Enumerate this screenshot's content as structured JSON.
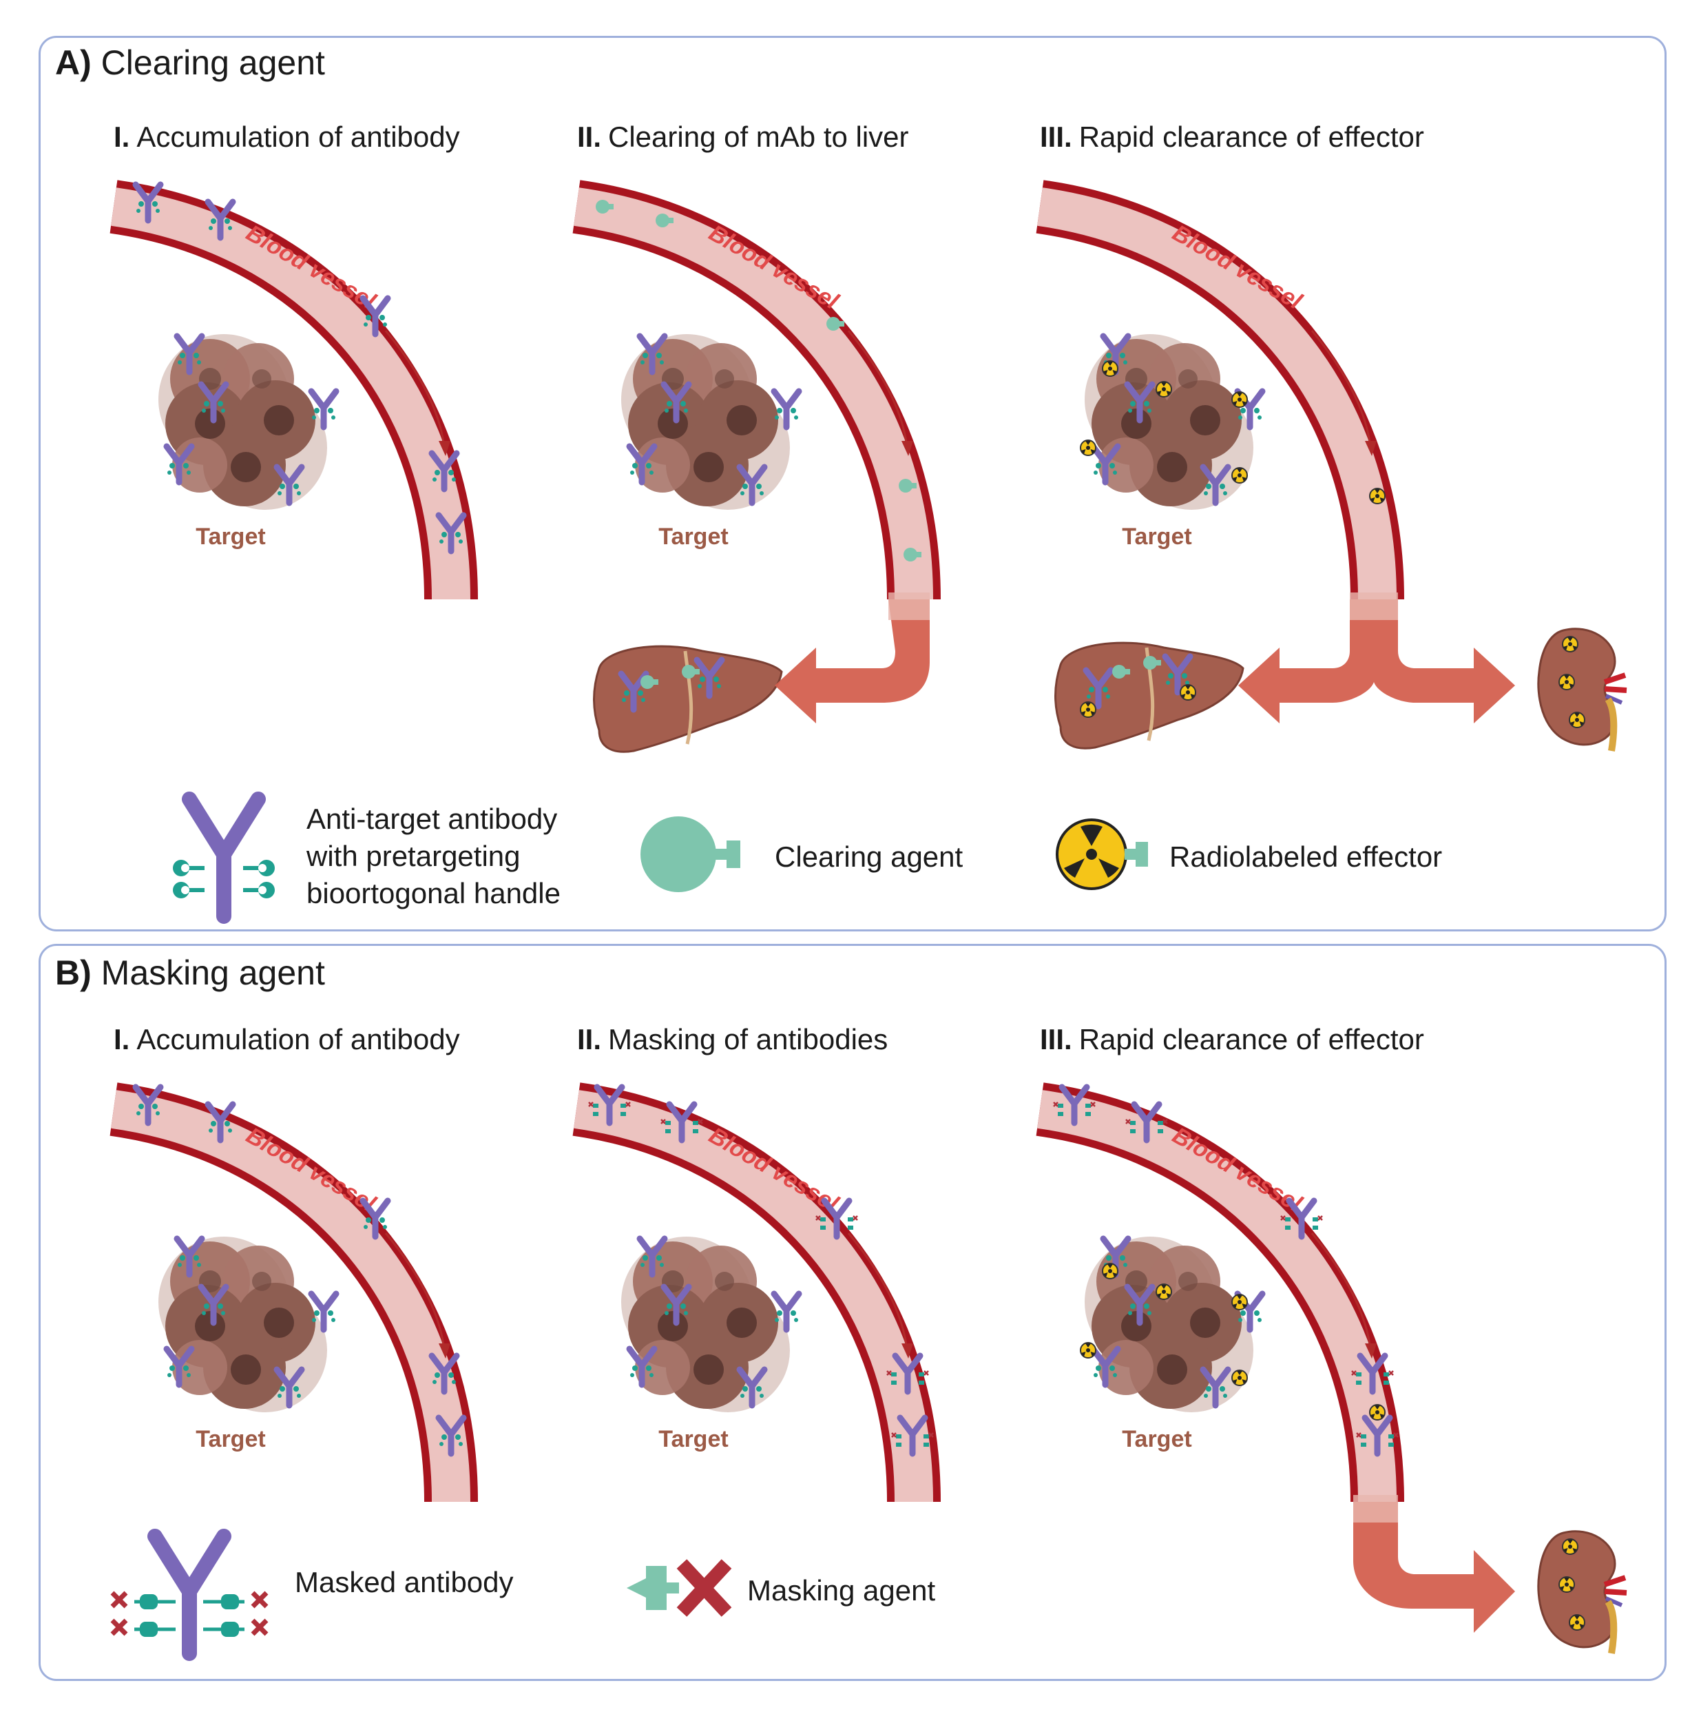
{
  "panel_a": {
    "letter": "A)",
    "title": "Clearing agent",
    "steps": [
      {
        "num": "I.",
        "label": "Accumulation of antibody"
      },
      {
        "num": "II.",
        "label": "Clearing of mAb to liver"
      },
      {
        "num": "III.",
        "label": "Rapid clearance of effector"
      }
    ],
    "vessel_label": "Blood vessel",
    "target_label": "Target",
    "legend": {
      "antibody": [
        "Anti-target antibody",
        "with pretargeting",
        "bioortogonal handle"
      ],
      "clearing_agent": "Clearing agent",
      "radiolabeled_effector": "Radiolabeled effector"
    }
  },
  "panel_b": {
    "letter": "B)",
    "title": "Masking agent",
    "steps": [
      {
        "num": "I.",
        "label": "Accumulation of antibody"
      },
      {
        "num": "II.",
        "label": "Masking of antibodies"
      },
      {
        "num": "III.",
        "label": "Rapid clearance of effector"
      }
    ],
    "vessel_label": "Blood vessel",
    "target_label": "Target",
    "legend": {
      "masked_antibody": "Masked antibody",
      "masking_agent": "Masking agent"
    }
  },
  "colors": {
    "vessel_wall": "#a8141e",
    "vessel_lumen": "#ecc3c0",
    "vessel_text": "#e24a4a",
    "antibody": "#7a68b8",
    "handle": "#1fa090",
    "clearing_agent": "#7ec5ad",
    "radioactive": "#f5c518",
    "tumor": "#8e5e52",
    "organ": "#a45e4e",
    "arrow": "#d4604f",
    "mask_x": "#b0303a",
    "target_text": "#9c5a46",
    "panel_border": "#9fb0dc"
  }
}
